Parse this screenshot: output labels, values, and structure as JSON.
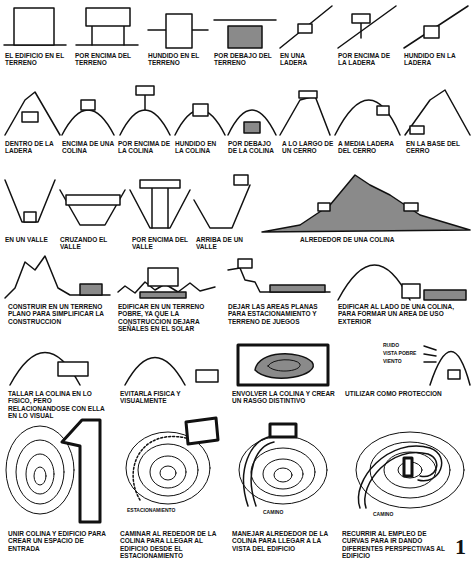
{
  "diagram": {
    "labels": [
      "EL EDIFICIO EN EL TERRENO",
      "POR ENCIMA DEL TERRENO",
      "HUNDIDO EN EL TERRENO",
      "POR DEBAJO DEL TERRENO",
      "EN UNA LADERA",
      "POR ENCIMA DE LA LADERA",
      "HUNDIDO EN LA LADERA",
      "DENTRO DE LA LADERA",
      "ENCIMA DE UNA COLINA",
      "POR ENCIMA DE LA COLINA",
      "HUNDIDO EN LA COLINA",
      "POR DEBAJO DE LA COLINA",
      "A LO LARGO DE UN CERRO",
      "A MEDIA LADERA DEL CERRO",
      "EN LA BASE DEL CERRO",
      "EN UN VALLE",
      "CRUZANDO EL VALLE",
      "POR ENCIMA DEL VALLE",
      "ARRIBA DE UN VALLE",
      "ALREDEDOR DE UNA COLINA",
      "CONSTRUIR EN UN TERRENO PLANO PARA SIMPLIFICAR LA CONSTRUCCION",
      "EDIFICAR EN UN TERRENO POBRE, YA QUE LA CONSTRUCCION DEJARA SEÑALES EN EL SOLAR",
      "DEJAR LAS AREAS PLANAS PARA ESTACIONAMIENTO Y TERRENO DE JUEGOS",
      "EDIFICAR AL LADO DE UNA COLINA, PARA FORMAR UN AREA DE USO EXTERIOR",
      "TALLAR LA COLINA EN LO FISICO, PERO RELACIONANDOSE CON ELLA EN LO VISUAL",
      "EVITARLA FISICA Y VISUALMENTE",
      "ENVOLVER LA COLINA Y CREAR UN RASGO DISTINTIVO",
      "RUIDO",
      "VISTA POBRE",
      "VIENTO",
      "UTILIZAR COMO PROTECCION",
      "UNIR COLINA Y EDIFICIO PARA CREAR UN ESPACIO DE ENTRADA",
      "ESTACIONAMIENTO",
      "CAMINAR AL REDEDOR DE LA COLINA PARA LLEGAR AL EDIFICIO DESDE EL ESTACIONAMIENTO",
      "CAMINO",
      "MANEJAR ALREDEDOR DE LA COLINA PARA LLEGAR A LA VISTA DEL EDIFICIO",
      "CAMINO",
      "RECURRIR AL EMPLEO DE CURVAS PARA IR DANDO DIFERENTES PERSPECTIVAS AL EDIFICIO",
      "1"
    ]
  }
}
